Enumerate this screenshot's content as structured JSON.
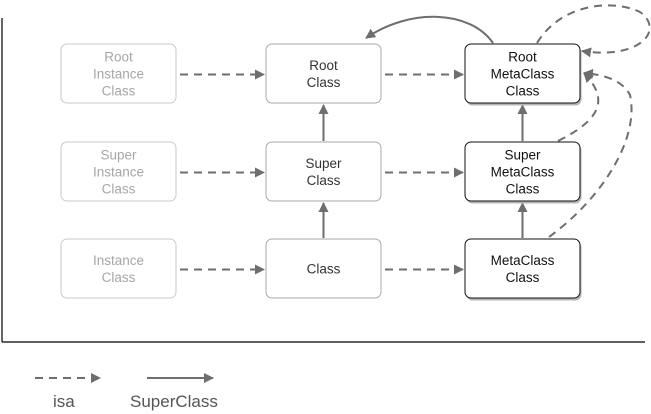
{
  "nodes": {
    "root_instance": {
      "lines": [
        "Root",
        "Instance",
        "Class"
      ]
    },
    "root_class": {
      "lines": [
        "Root",
        "Class"
      ]
    },
    "root_meta": {
      "lines": [
        "Root",
        "MetaClass",
        "Class"
      ]
    },
    "super_instance": {
      "lines": [
        "Super",
        "Instance",
        "Class"
      ]
    },
    "super_class": {
      "lines": [
        "Super",
        "Class"
      ]
    },
    "super_meta": {
      "lines": [
        "Super",
        "MetaClass",
        "Class"
      ]
    },
    "instance": {
      "lines": [
        "Instance",
        "Class"
      ]
    },
    "class": {
      "lines": [
        "Class"
      ]
    },
    "meta": {
      "lines": [
        "MetaClass",
        "Class"
      ]
    }
  },
  "edges": {
    "isa": [
      [
        "root_instance",
        "root_class"
      ],
      [
        "root_class",
        "root_meta"
      ],
      [
        "super_instance",
        "super_class"
      ],
      [
        "super_class",
        "super_meta"
      ],
      [
        "instance",
        "class"
      ],
      [
        "class",
        "meta"
      ]
    ],
    "superclass": [
      [
        "class",
        "super_class"
      ],
      [
        "super_class",
        "root_class"
      ],
      [
        "meta",
        "super_meta"
      ],
      [
        "super_meta",
        "root_meta"
      ],
      [
        "root_meta",
        "root_class"
      ]
    ],
    "isa_curved": [
      [
        "root_meta",
        "root_meta"
      ],
      [
        "super_meta",
        "root_meta"
      ],
      [
        "meta",
        "root_meta"
      ]
    ]
  },
  "legend": {
    "isa_label": "isa",
    "superclass_label": "SuperClass"
  },
  "colors": {
    "arrow": "#6e6e6e",
    "instance_border": "#c9c9c9",
    "instance_text": "#a6a6a6",
    "meta_border": "#111111"
  }
}
